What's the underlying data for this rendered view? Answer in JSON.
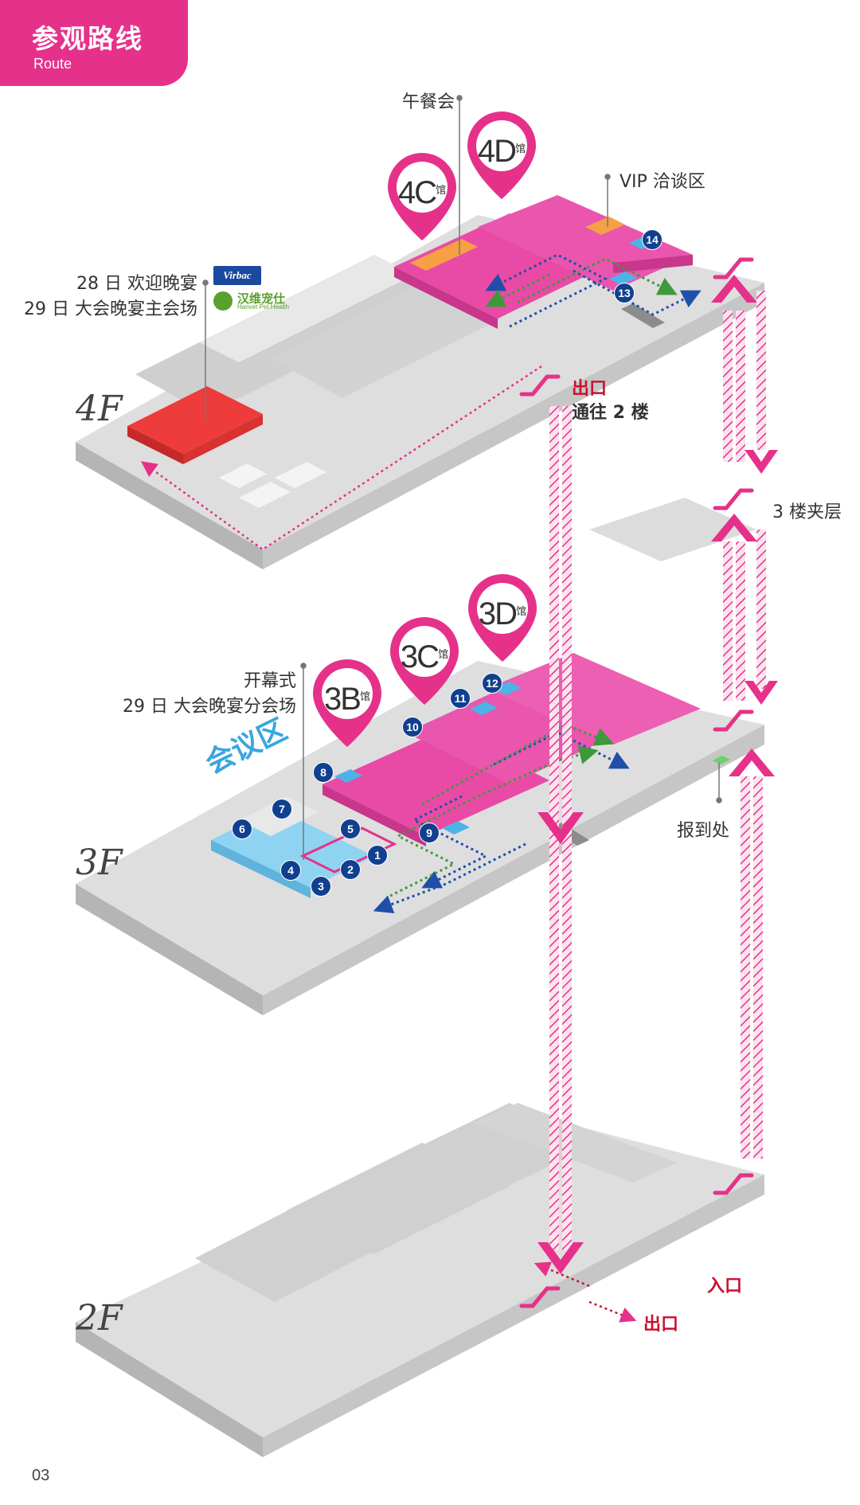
{
  "header": {
    "title": "参观路线",
    "subtitle": "Route"
  },
  "page_number": "03",
  "floors": {
    "f4": "4F",
    "f3": "3F",
    "f2": "2F"
  },
  "pins": {
    "p4c": {
      "main": "4C",
      "suffix": "馆"
    },
    "p4d": {
      "main": "4D",
      "suffix": "馆"
    },
    "p3b": {
      "main": "3B",
      "suffix": "馆"
    },
    "p3c": {
      "main": "3C",
      "suffix": "馆"
    },
    "p3d": {
      "main": "3D",
      "suffix": "馆"
    }
  },
  "labels": {
    "lunch": "午餐会",
    "vip": "VIP 洽谈区",
    "welcome_dinner": "28 日 欢迎晚宴",
    "main_gala": "29 日 大会晚宴主会场",
    "exit_4f": "出口",
    "to_2f": "通往 2 楼",
    "mezzanine": "3 楼夹层",
    "opening": "开幕式",
    "sub_gala": "29 日 大会晚宴分会场",
    "meeting_area": "会议区",
    "registration": "报到处",
    "entrance_2f": "入口",
    "exit_2f": "出口"
  },
  "logos": {
    "virbac": "Virbac",
    "hanvet": "汉维宠仕",
    "hanvet_sub": "Hanvet Pet Health"
  },
  "room_numbers": [
    "1",
    "2",
    "3",
    "4",
    "5",
    "6",
    "7",
    "8",
    "9",
    "10",
    "11",
    "12",
    "13",
    "14"
  ],
  "colors": {
    "accent": "#e6318a",
    "hall": "#e94aa6",
    "meeting": "#8fd3f2",
    "banquet": "#ee3b3b",
    "orange": "#f6a045",
    "blue_route": "#1f4fa8",
    "green_route": "#3c9a3c",
    "floor_gray": "#d4d4d4",
    "exit_red": "#c8102e"
  }
}
